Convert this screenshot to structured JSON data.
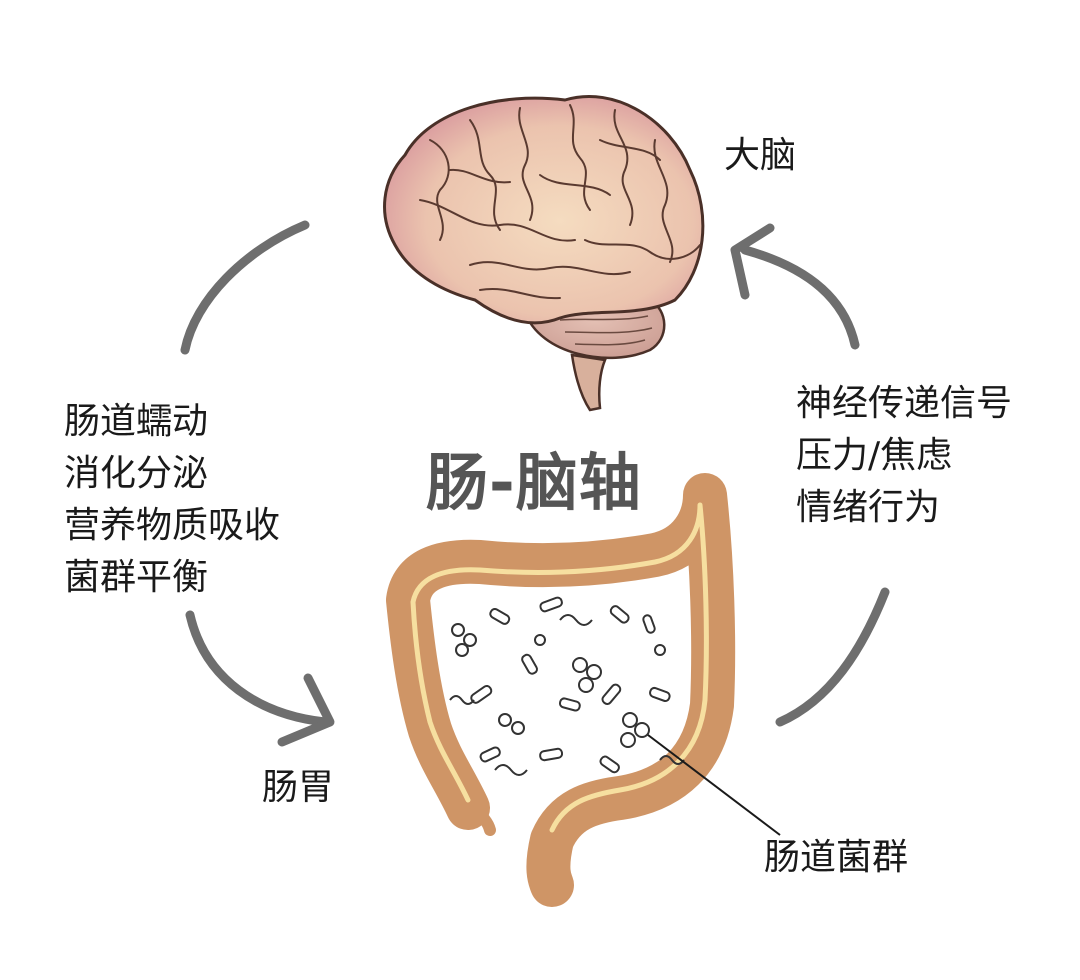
{
  "title": "肠-脑轴",
  "brain_label": "大脑",
  "gut_label": "肠胃",
  "microbiota_label": "肠道菌群",
  "left_functions": [
    "肠道蠕动",
    "消化分泌",
    "营养物质吸收",
    "菌群平衡"
  ],
  "right_signals": [
    "神经传递信号",
    "压力/焦虑",
    "情绪行为"
  ],
  "colors": {
    "arrow": "#6e6e6e",
    "brain_fill": "#e9c2ae",
    "brain_outline": "#4a3028",
    "colon_fill": "#cf9566",
    "colon_highlight": "#f6dfa0",
    "title": "#555555"
  },
  "icons": [
    "brain-illustration",
    "colon-illustration",
    "bacteria-cluster"
  ]
}
